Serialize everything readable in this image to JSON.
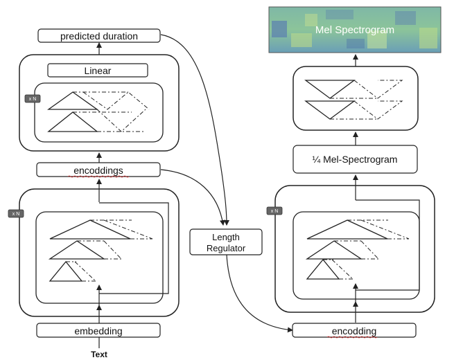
{
  "left": {
    "predicted_duration": "predicted duration",
    "linear": "Linear",
    "encoddings": "encoddings",
    "embedding": "embedding",
    "input": "Text",
    "repeat_top": "x N",
    "repeat_bottom": "x N"
  },
  "middle": {
    "length_regulator_line1": "Length",
    "length_regulator_line2": "Regulator"
  },
  "right": {
    "mel_spectrogram": "Mel Spectrogram",
    "quarter_mel": "¼ Mel-Spectrogram",
    "encodding": "encodding",
    "repeat": "x N"
  },
  "colors": {
    "spectrogram_base": "#6fae9a",
    "spectrogram_high": "#b9d98a",
    "spectrogram_low": "#5a7fb0"
  }
}
